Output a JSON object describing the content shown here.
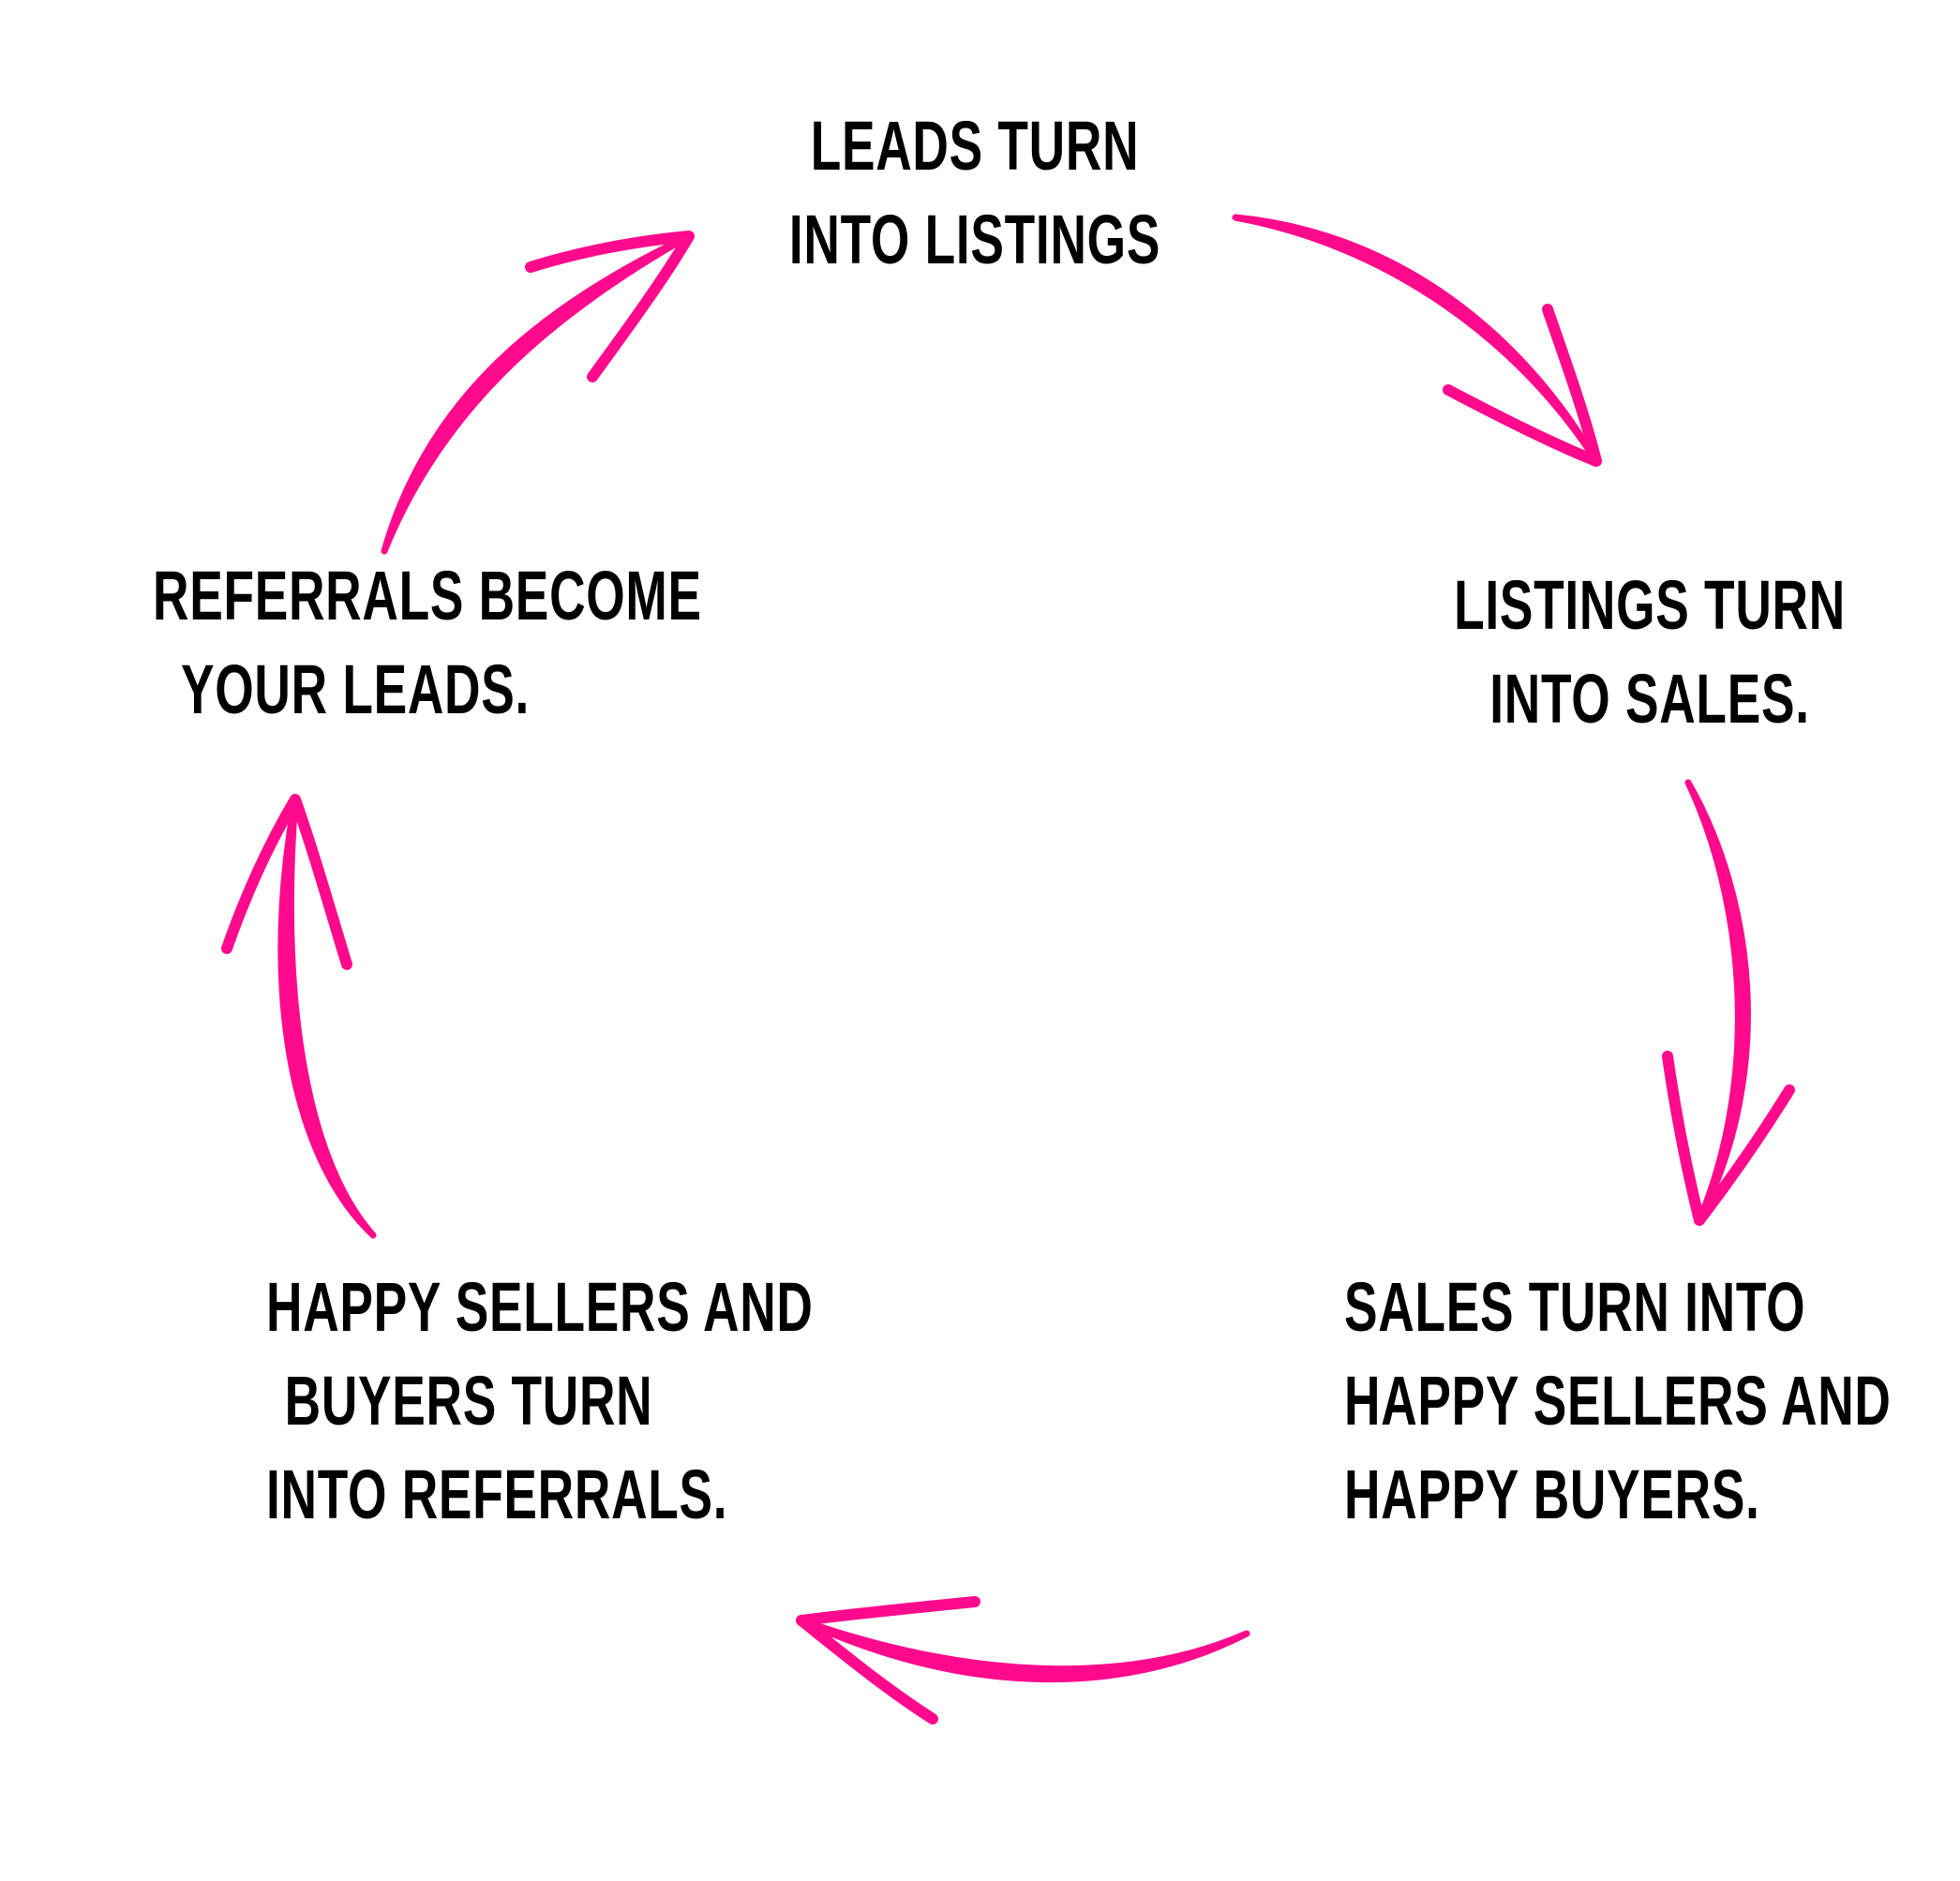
{
  "accent_color": "#ff0a8c",
  "text_color": "#000000",
  "steps": [
    {
      "lines": [
        "LEADS TURN",
        "INTO LISTINGS"
      ]
    },
    {
      "lines": [
        "LISTINGS TURN",
        "INTO SALES."
      ]
    },
    {
      "lines": [
        "SALES TURN INTO",
        "HAPPY SELLERS AND",
        "HAPPY BUYERS."
      ]
    },
    {
      "lines": [
        "HAPPY SELLERS AND",
        "BUYERS TURN",
        "INTO REFERRALS."
      ]
    },
    {
      "lines": [
        "REFERRALS BECOME",
        "YOUR LEADS."
      ]
    }
  ],
  "arrows": [
    {
      "from": "LEADS TURN INTO LISTINGS",
      "to": "LISTINGS TURN INTO SALES.",
      "icon": "curved-arrow-icon"
    },
    {
      "from": "LISTINGS TURN INTO SALES.",
      "to": "SALES TURN INTO HAPPY SELLERS AND HAPPY BUYERS.",
      "icon": "curved-arrow-icon"
    },
    {
      "from": "SALES TURN INTO HAPPY SELLERS AND HAPPY BUYERS.",
      "to": "HAPPY SELLERS AND BUYERS TURN INTO REFERRALS.",
      "icon": "curved-arrow-icon"
    },
    {
      "from": "HAPPY SELLERS AND BUYERS TURN INTO REFERRALS.",
      "to": "REFERRALS BECOME YOUR LEADS.",
      "icon": "curved-arrow-icon"
    },
    {
      "from": "REFERRALS BECOME YOUR LEADS.",
      "to": "LEADS TURN INTO LISTINGS",
      "icon": "curved-arrow-icon"
    }
  ]
}
